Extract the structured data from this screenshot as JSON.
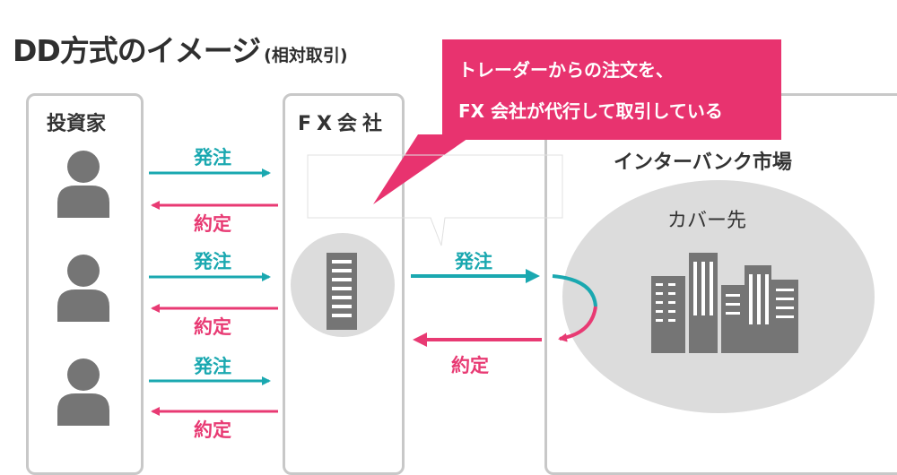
{
  "title": {
    "main": "DD方式のイメージ",
    "sub": "(相対取引)"
  },
  "columns": {
    "investor": "投資家",
    "fx_company": "FX会社",
    "interbank": "インターバンク市場"
  },
  "cover_label": "カバー先",
  "callout": {
    "line1": "トレーダーからの注文を、",
    "line2": "FX 会社が代行して取引している"
  },
  "arrows": {
    "order": "発注",
    "contract": "約定"
  },
  "colors": {
    "teal": "#1aa8b0",
    "pink": "#e83a73",
    "callout": "#e8336f",
    "gray": "#757575"
  }
}
